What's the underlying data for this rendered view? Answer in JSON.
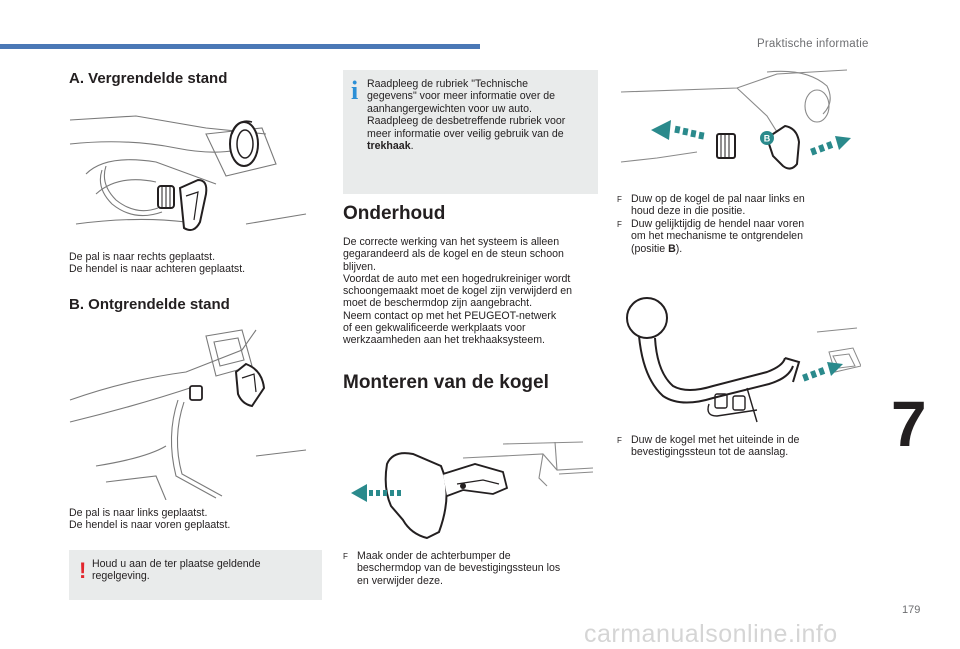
{
  "header": {
    "title": "Praktische informatie"
  },
  "left": {
    "locked_title": "A. Vergrendelde stand",
    "locked_text": "De pal is naar rechts geplaatst.\nDe hendel is naar achteren geplaatst.",
    "unlocked_title": "B. Ontgrendelde stand",
    "unlocked_text": "De pal is naar links geplaatst.\nDe hendel is naar voren geplaatst.",
    "warning_text": "Houd u aan de ter plaatse geldende\nregelgeving."
  },
  "middle": {
    "info_text_1": "Raadpleeg de rubriek \"Technische\ngegevens\" voor meer informatie over de\naanhangergewichten voor uw auto.\nRaadpleeg de desbetreffende rubriek voor\nmeer informatie over veilig gebruik van de\n",
    "info_bold": "trekhaak",
    "info_end": ".",
    "maintenance_title": "Onderhoud",
    "maintenance_text": "De correcte werking van het systeem is alleen\ngegarandeerd als de kogel en de steun schoon\nblijven.\nVoordat de auto met een hogedrukreiniger wordt\nschoongemaakt moet de kogel zijn verwijderd en\nmoet de beschermdop zijn aangebracht.\nNeem contact op met het PEUGEOT-netwerk\nof een gekwalificeerde werkplaats voor\nwerkzaamheden aan het trekhaaksysteem.",
    "mount_title": "Monteren van de kogel",
    "step1": "Maak onder de achterbumper de\nbeschermdop van de bevestigingssteun los\nen verwijder deze."
  },
  "right": {
    "step2": "Duw op de kogel de pal naar links en\nhoud deze in die positie.",
    "step3_a": "Duw gelijktijdig de hendel naar voren\nom het mechanisme te ontgrendelen\n(positie ",
    "step3_bold": "B",
    "step3_b": ").",
    "step4": "Duw de kogel met het uiteinde in de\nbevestigingssteun tot de aanslag.",
    "badge_label": "B"
  },
  "bullet_glyph": "F",
  "chapter_number": "7",
  "page_number": "179",
  "watermark": "carmanualsonline.info",
  "colors": {
    "accent_bar": "#4a78b6",
    "info_icon": "#2b8fd6",
    "warning_icon": "#e2262d",
    "arrow_teal": "#2a8a8c",
    "box_bg": "#e9ebeb"
  }
}
